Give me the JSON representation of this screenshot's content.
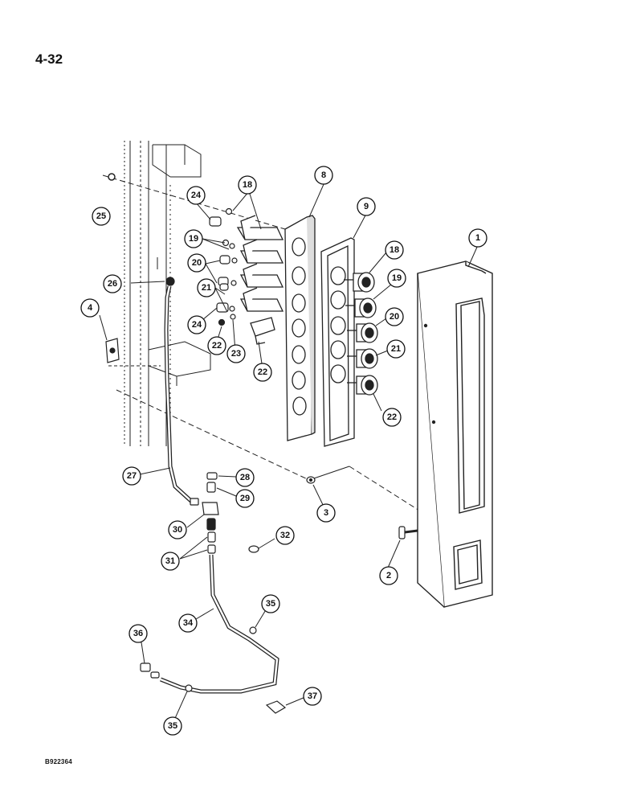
{
  "page": {
    "number": "4-32",
    "figure_code": "B922364"
  },
  "callouts": [
    "1",
    "2",
    "3",
    "4",
    "8",
    "9",
    "18",
    "18",
    "19",
    "19",
    "20",
    "20",
    "21",
    "21",
    "22",
    "22",
    "22",
    "23",
    "24",
    "24",
    "25",
    "26",
    "27",
    "28",
    "29",
    "30",
    "31",
    "32",
    "34",
    "35",
    "35",
    "36",
    "37"
  ]
}
